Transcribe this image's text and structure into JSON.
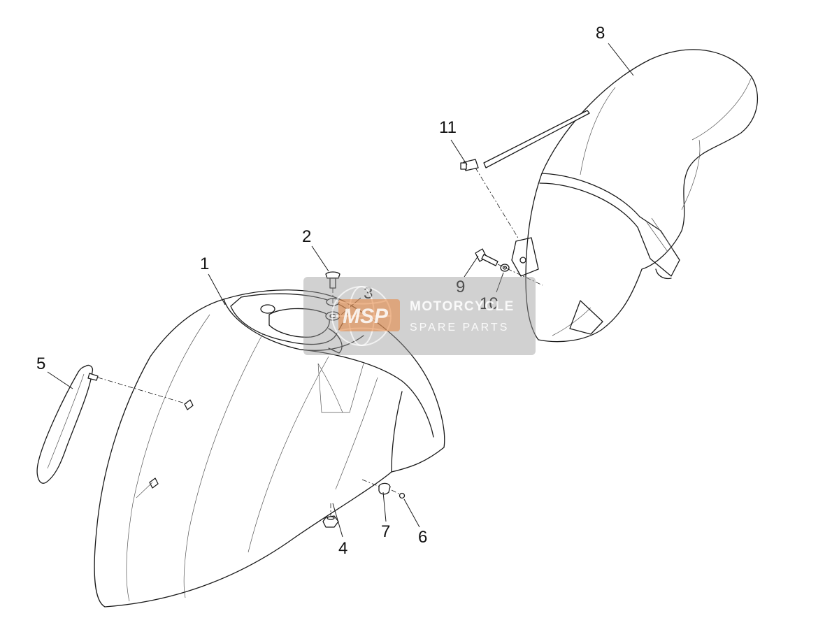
{
  "callouts": [
    {
      "id": "1",
      "label": "1"
    },
    {
      "id": "2",
      "label": "2"
    },
    {
      "id": "3",
      "label": "3"
    },
    {
      "id": "4",
      "label": "4"
    },
    {
      "id": "5",
      "label": "5"
    },
    {
      "id": "6",
      "label": "6"
    },
    {
      "id": "7",
      "label": "7"
    },
    {
      "id": "8",
      "label": "8"
    },
    {
      "id": "9",
      "label": "9"
    },
    {
      "id": "10",
      "label": "10"
    },
    {
      "id": "11",
      "label": "11"
    }
  ],
  "watermark": {
    "logo": "MSP",
    "title": "MOTORCYCLE",
    "subtitle": "SPARE PARTS"
  },
  "colors": {
    "line": "#1a1a1a",
    "watermark_box": "#9a9a9a",
    "logo_accent": "#e8833a"
  }
}
